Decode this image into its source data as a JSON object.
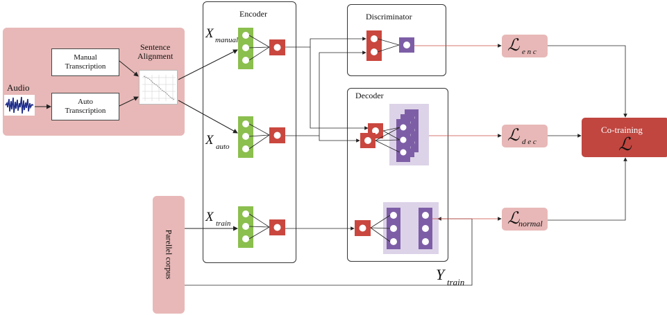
{
  "audio_panel": {
    "audio_label": "Audio",
    "manual_box": "Manual\nTranscription",
    "auto_box": "Auto\nTranscription",
    "alignment_label": "Sentence\nAlignment"
  },
  "encoder": {
    "title": "Encoder",
    "x_manual": {
      "base": "X",
      "sub": "manual"
    },
    "x_auto": {
      "base": "X",
      "sub": "auto"
    },
    "x_train": {
      "base": "X",
      "sub": "train"
    }
  },
  "discriminator": {
    "title": "Discriminator"
  },
  "decoder": {
    "title": "Decoder"
  },
  "losses": {
    "enc": {
      "base": "ℒ",
      "sub": "e n c"
    },
    "dec": {
      "base": "ℒ",
      "sub": "d e c"
    },
    "normal": {
      "base": "ℒ",
      "sub": "normal"
    },
    "cotraining": {
      "label": "Co-training",
      "symbol": "ℒ"
    }
  },
  "corpus": {
    "label": "Parellel corpus"
  },
  "y_train": {
    "base": "Y",
    "sub": "train"
  },
  "colors": {
    "pink": "#e7b8b7",
    "green": "#8bbf4e",
    "red": "#c9473e",
    "purple": "#7d5ea6",
    "lavender": "#ddd3e8",
    "cotrain": "#c0463f"
  }
}
